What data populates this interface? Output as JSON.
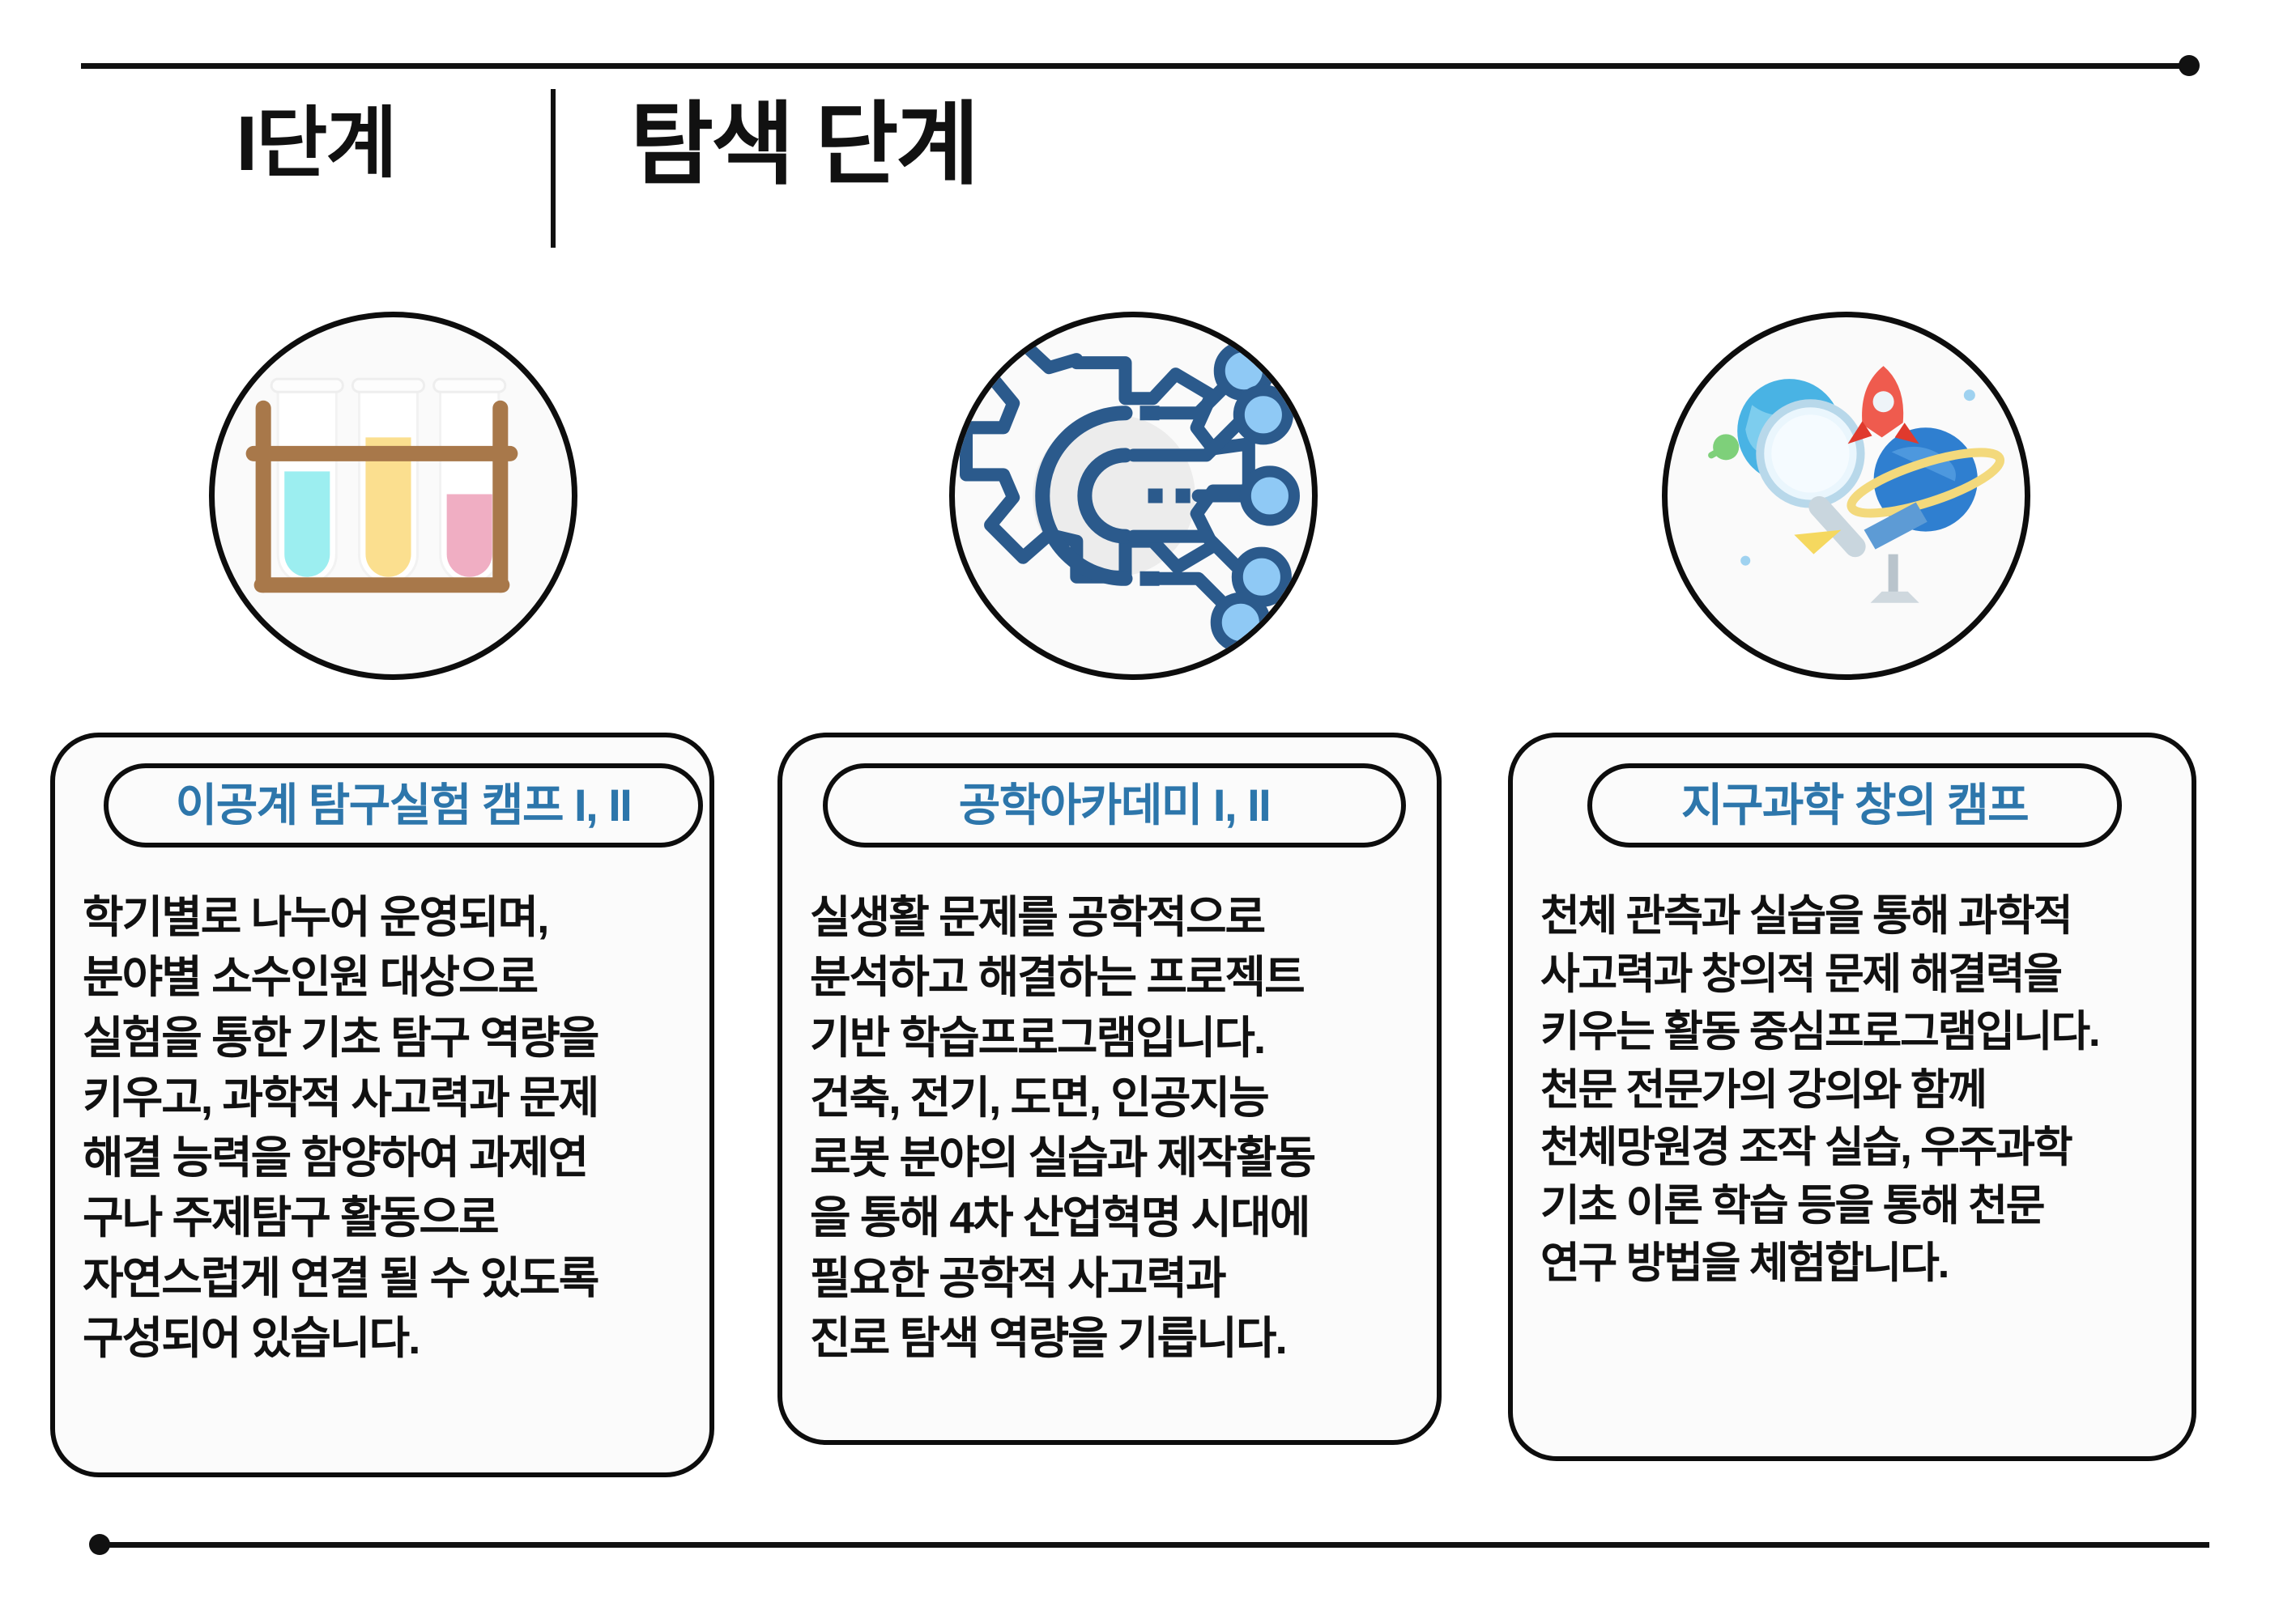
{
  "header": {
    "stage_label": "I단계",
    "title": "탐색 단계"
  },
  "icons": [
    {
      "name": "test-tube-rack-icon",
      "alt": "test tube rack"
    },
    {
      "name": "gear-circuit-ai-icon",
      "alt": "gear with circuit nodes"
    },
    {
      "name": "space-science-icon",
      "alt": "magnifier planet rocket telescope"
    }
  ],
  "cards": [
    {
      "title": "이공계 탐구실험 캠프 I, II",
      "body": " 학기별로 나누어 운영되며,\n분야별 소수인원 대상으로\n실험을 통한 기초 탐구 역량을\n키우고, 과학적 사고력과 문제\n해결 능력을 함양하여 과제연\n구나 주제탐구 활동으로\n자연스럽게 연결 될 수 있도록\n구성되어 있습니다."
    },
    {
      "title": "공학아카데미 I, II",
      "body": " 실생활 문제를 공학적으로\n분석하고 해결하는 프로젝트\n기반 학습프로그램입니다.\n 건축, 전기, 도면, 인공지능\n 로봇 분야의 실습과 제작활동\n을 통해 4차 산업혁명 시대에\n필요한 공학적 사고력과\n 진로 탐색 역량을 기릅니다."
    },
    {
      "title": "지구과학 창의 캠프",
      "body": " 천체 관측과 실습을 통해 과학적\n사고력과 창의적 문제 해결력을\n키우는 활동 중심프로그램입니다.\n 천문 전문가의 강의와 함께\n천체망원경 조작 실습, 우주과학\n기초 이론 학습 등을 통해 천문\n연구 방법을 체험합니다."
    }
  ],
  "colors": {
    "title_blue": "#2d76ab",
    "outline_black": "#0d0d0d",
    "card_bg": "#fbfbfb",
    "rack_brown": "#a8784a",
    "tube_cyan": "#9ceef0",
    "tube_yellow": "#fbdf8f",
    "tube_pink": "#f0aec3",
    "gear_blue": "#2b5a8c",
    "node_blue": "#8fc9f5",
    "planet_blue": "#2f9fd8",
    "rocket_red": "#e8453c"
  }
}
